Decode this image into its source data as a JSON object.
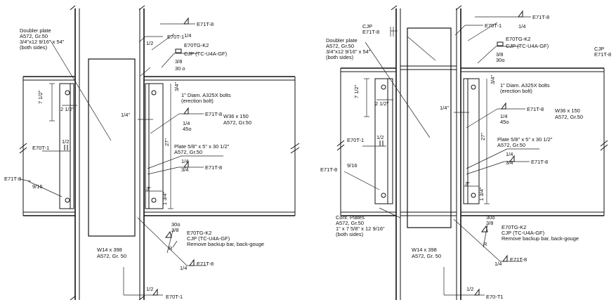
{
  "left": {
    "doubler_plate": [
      "Doubler plate",
      "A572, Gr.50",
      "3/4\"x12 9/16\" x 54\"",
      "(both sides)"
    ],
    "weld_e70t1_top": "E70T-1",
    "weld_e70t1_top_size": "1/2",
    "weld_e71t8_top": "E71T-8",
    "weld_e71t8_top_size": "1/4",
    "cjp_top": [
      "E70TG-K2",
      "CJP (TC-U4A-GF)"
    ],
    "cjp_top_size": "3/8",
    "cjp_top_angle": "30 o",
    "dim_one_quarter": "1/4\"",
    "dim_three_quarter": "3/4\"",
    "dim_seven_half": "7 1/2\"",
    "dim_two_half": "2 1/2\"",
    "bolts": [
      "1\" Diam. A325X bolts",
      "(erection bolt)"
    ],
    "beam": [
      "W36 x 150",
      "A572, Gr.50"
    ],
    "weld_mid_size": "1/4",
    "weld_mid_angle": "45o",
    "weld_mid_type": "E71T-8",
    "dim_27": "27\"",
    "plate": [
      "Plate 5/8\" x 5\" x 30 1/2\"",
      "A572, Gr.50"
    ],
    "weld_e70t1_left": "E70T-1",
    "weld_e70t1_left_size": "1/2",
    "weld_lower_size_a": "1/4",
    "weld_lower_size_b": "3/4",
    "weld_lower_type": "E71T-8",
    "weld_e71t8_left": "E71T-8",
    "weld_e71t8_left_size": "9/16",
    "dim_three": "3\"",
    "dim_one_three_quarter": "1 3/4\"",
    "bottom_angle": "30o",
    "bottom_size": "3/8",
    "bottom_cjp": [
      "E70TG-K2",
      "CJP (TC-U4A-GF)",
      "Remove backup bar, back-gouge"
    ],
    "bottom_r": "R",
    "column": [
      "W14 x 398",
      "A572, Gr. 50"
    ],
    "weld_bottom_size": "1/4",
    "weld_bottom_type": "E71T-8",
    "weld_base_size": "1/2",
    "weld_base_type": "E70T-1"
  },
  "right": {
    "cjp_top_left": [
      "CJP",
      "E71T-8"
    ],
    "doubler_plate": [
      "Doubler plate",
      "A572, Gr.50",
      "3/4\"x12 9/16\" x 54\"",
      "(both sides)"
    ],
    "weld_e70t1_top": "E70T-1",
    "weld_e71t8_top": "E71T-8",
    "weld_e71t8_top_size": "1/4",
    "cjp_top": [
      "E70TG-K2",
      "CJP (TC-U4A-GF)"
    ],
    "cjp_top_size": "3/8",
    "cjp_top_angle": "30o",
    "cjp_far_right": [
      "CJP",
      "E71T-8"
    ],
    "dim_seven_half": "7 1/2\"",
    "dim_two_half": "2 1/2\"",
    "dim_three_quarter": "3/4\"",
    "bolts": [
      "1\" Diam. A325X bolts",
      "(erection bolt)"
    ],
    "dim_one_quarter": "1/4\"",
    "weld_mid_size": "1/4",
    "weld_mid_angle": "45o",
    "weld_mid_type": "E71T-8",
    "beam": [
      "W36 x 150",
      "A572, Gr.50"
    ],
    "dim_27": "27\"",
    "plate": [
      "Plate 5/8\" x 5\" x 30 1/2\"",
      "A572, Gr.50"
    ],
    "weld_e70t1_left": "E70T-1",
    "weld_e70t1_left_size": "1/2",
    "weld_lower_size_a": "1/4",
    "weld_lower_size_b": "3/4",
    "weld_lower_type": "E71T-8",
    "weld_e71t8_left": "E71T-8",
    "weld_e71t8_left_size": "9/16",
    "dim_three": "3\"",
    "dim_one_three_quarter": "1 3/4\"",
    "cont_plates": [
      "Cont. Plates",
      "A572, Gr.50",
      "1\" x 7 5/8\" x 12 9/16\"",
      "(both sides)"
    ],
    "bottom_angle": "30o",
    "bottom_size": "3/8",
    "bottom_cjp": [
      "E70TG-K2",
      "CJP (TC-U4A-GF)",
      "Remove backup bar, back-gouge"
    ],
    "bottom_r": "R",
    "column": [
      "W14 x 398",
      "A572, Gr. 50"
    ],
    "weld_bottom_size": "1/4",
    "weld_bottom_type": "E71T-8",
    "weld_base_size": "1/2",
    "weld_base_type": "E70-T1"
  }
}
